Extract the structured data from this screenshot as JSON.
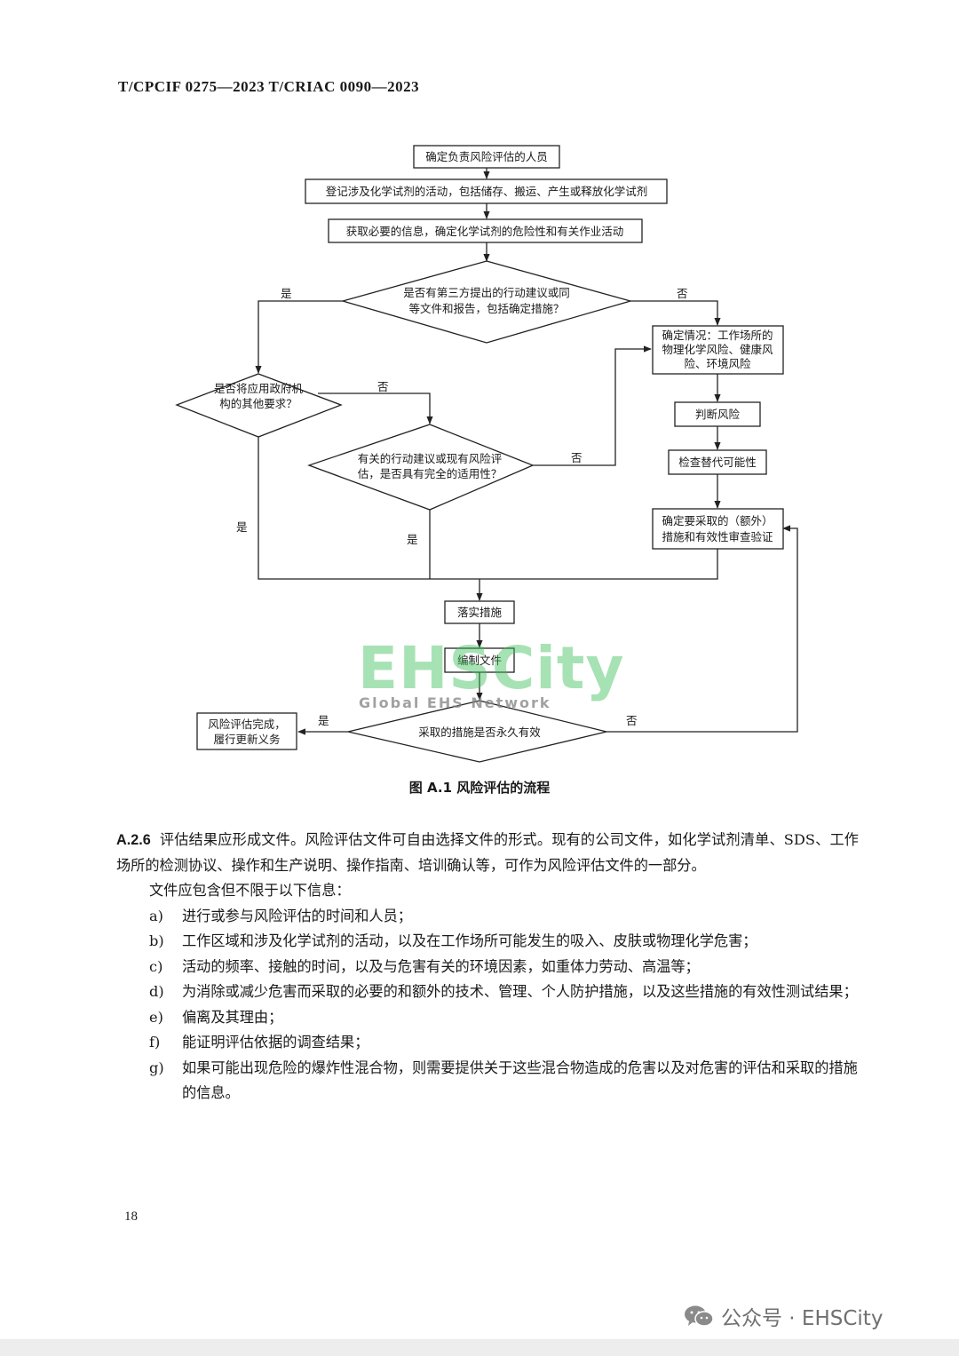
{
  "header": {
    "code": "T/CPCIF 0275—2023   T/CRIAC 0090—2023"
  },
  "flowchart": {
    "n1": "确定负责风险评估的人员",
    "n2": "登记涉及化学试剂的活动，包括储存、搬运、产生或释放化学试剂",
    "n3": "获取必要的信息，确定化学试剂的危险性和有关作业活动",
    "d1": [
      "是否有第三方提出的行动建议或同",
      "等文件和报告，包括确定措施？"
    ],
    "d2": [
      "是否将应用政府机",
      "构的其他要求？"
    ],
    "d3": [
      "有关的行动建议或现有风险评",
      "估，是否具有完全的适用性？"
    ],
    "r1": [
      "确定情况：工作场所的",
      "物理化学风险、健康风",
      "险、环境风险"
    ],
    "r2": "判断风险",
    "r3": "检查替代可能性",
    "r4": [
      "确定要采取的（额外）",
      "措施和有效性审查验证"
    ],
    "n4": "落实措施",
    "n5": "编制文件",
    "d4": "采取的措施是否永久有效",
    "end": [
      "风险评估完成，",
      "履行更新义务"
    ],
    "yes": "是",
    "no": "否"
  },
  "watermark": {
    "main": "EHSCity",
    "sub": "Global EHS Network"
  },
  "caption": "图 A.1   风险评估的流程",
  "body": {
    "p1_num": "A.2.6",
    "p1_text": "评估结果应形成文件。风险评估文件可自由选择文件的形式。现有的公司文件，如化学试剂清单、SDS、工作场所的检测协议、操作和生产说明、操作指南、培训确认等，可作为风险评估文件的一部分。",
    "p2": "文件应包含但不限于以下信息：",
    "items": [
      {
        "mark": "a)",
        "text": "进行或参与风险评估的时间和人员；"
      },
      {
        "mark": "b)",
        "text": "工作区域和涉及化学试剂的活动，以及在工作场所可能发生的吸入、皮肤或物理化学危害；"
      },
      {
        "mark": "c)",
        "text": "活动的频率、接触的时间，以及与危害有关的环境因素，如重体力劳动、高温等；"
      },
      {
        "mark": "d)",
        "text": "为消除或减少危害而采取的必要的和额外的技术、管理、个人防护措施，以及这些措施的有效性测试结果；"
      },
      {
        "mark": "e)",
        "text": "偏离及其理由；"
      },
      {
        "mark": "f)",
        "text": "能证明评估依据的调查结果；"
      },
      {
        "mark": "g)",
        "text": "如果可能出现危险的爆炸性混合物，则需要提供关于这些混合物造成的危害以及对危害的评估和采取的措施的信息。"
      }
    ]
  },
  "page_number": "18",
  "brand": {
    "icon": "wechat-icon",
    "text": "公众号 · EHSCity"
  }
}
